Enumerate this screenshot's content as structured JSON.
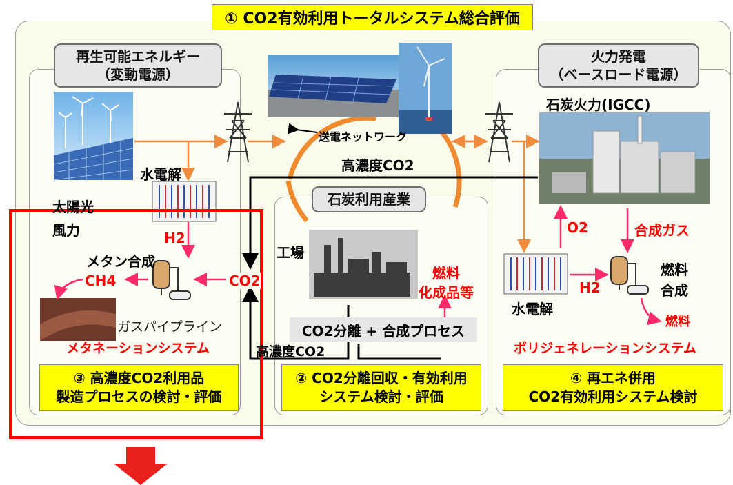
{
  "title": "① CO2有効利用トータルシステム総合評価",
  "left_panel": {
    "heading_line1": "再生可能エネルギー",
    "heading_line2": "（変動電源）",
    "solar_label": "太陽光",
    "wind_label": "風力",
    "electrolysis_label": "水電解",
    "h2_label": "H2",
    "methane_synthesis_label": "メタン合成",
    "ch4_label": "CH4",
    "co2_label": "CO2",
    "gas_pipeline_label": "ガスパイプライン",
    "system_label": "メタネーションシステム",
    "footer_line1": "③ 高濃度CO2利用品",
    "footer_line2": "製造プロセスの検討・評価"
  },
  "center_panel": {
    "network_label": "送電ネットワーク",
    "high_co2_top": "高濃度CO2",
    "heading": "石炭利用産業",
    "factory_label": "工場",
    "fuel_label": "燃料",
    "chem_label": "化成品等",
    "process_label": "CO2分離 + 合成プロセス",
    "high_co2_bottom": "高濃度CO2",
    "footer_line1": "② CO2分離回収・有効利用",
    "footer_line2": "システム検討・評価"
  },
  "right_panel": {
    "heading_line1": "火力発電",
    "heading_line2": "（ベースロード電源）",
    "plant_label": "石炭火力(IGCC)",
    "o2_label": "O2",
    "syngas_label": "合成ガス",
    "h2_label": "H2",
    "electrolysis_label": "水電解",
    "fuel_synth_line1": "燃料",
    "fuel_synth_line2": "合成",
    "fuel_out_label": "燃料",
    "system_label": "ポリジェネレーションシステム",
    "footer_line1": "④ 再エネ併用",
    "footer_line2": "CO2有効利用システム検討"
  },
  "colors": {
    "title_fill": "#ffff00",
    "highlight_frame": "#ff0000",
    "energy_arrow": "#f08a3c",
    "co2_line": "#000000",
    "label_red": "#ff0000"
  }
}
